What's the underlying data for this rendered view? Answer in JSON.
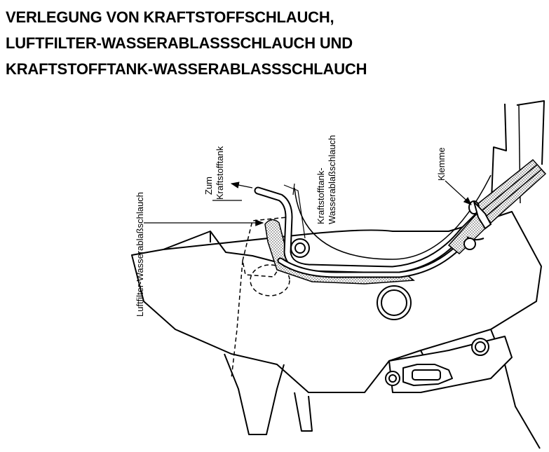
{
  "title": {
    "line1": "VERLEGUNG VON KRAFTSTOFFSCHLAUCH,",
    "line2": "LUFTFILTER-WASSERABLASSSCHLAUCH UND",
    "line3": "KRAFTSTOFFTANK-WASSERABLASSSCHLAUCH"
  },
  "labels": {
    "luftfilter": "Luftfilter-Wasserablaßschlauch",
    "zum": "Zum",
    "kraftstofftank": "Kraftstofftank",
    "tank_drain_1": "Kraftstofftank-",
    "tank_drain_2": "Wasserablaßschlauch",
    "klemme": "Klemme"
  }
}
